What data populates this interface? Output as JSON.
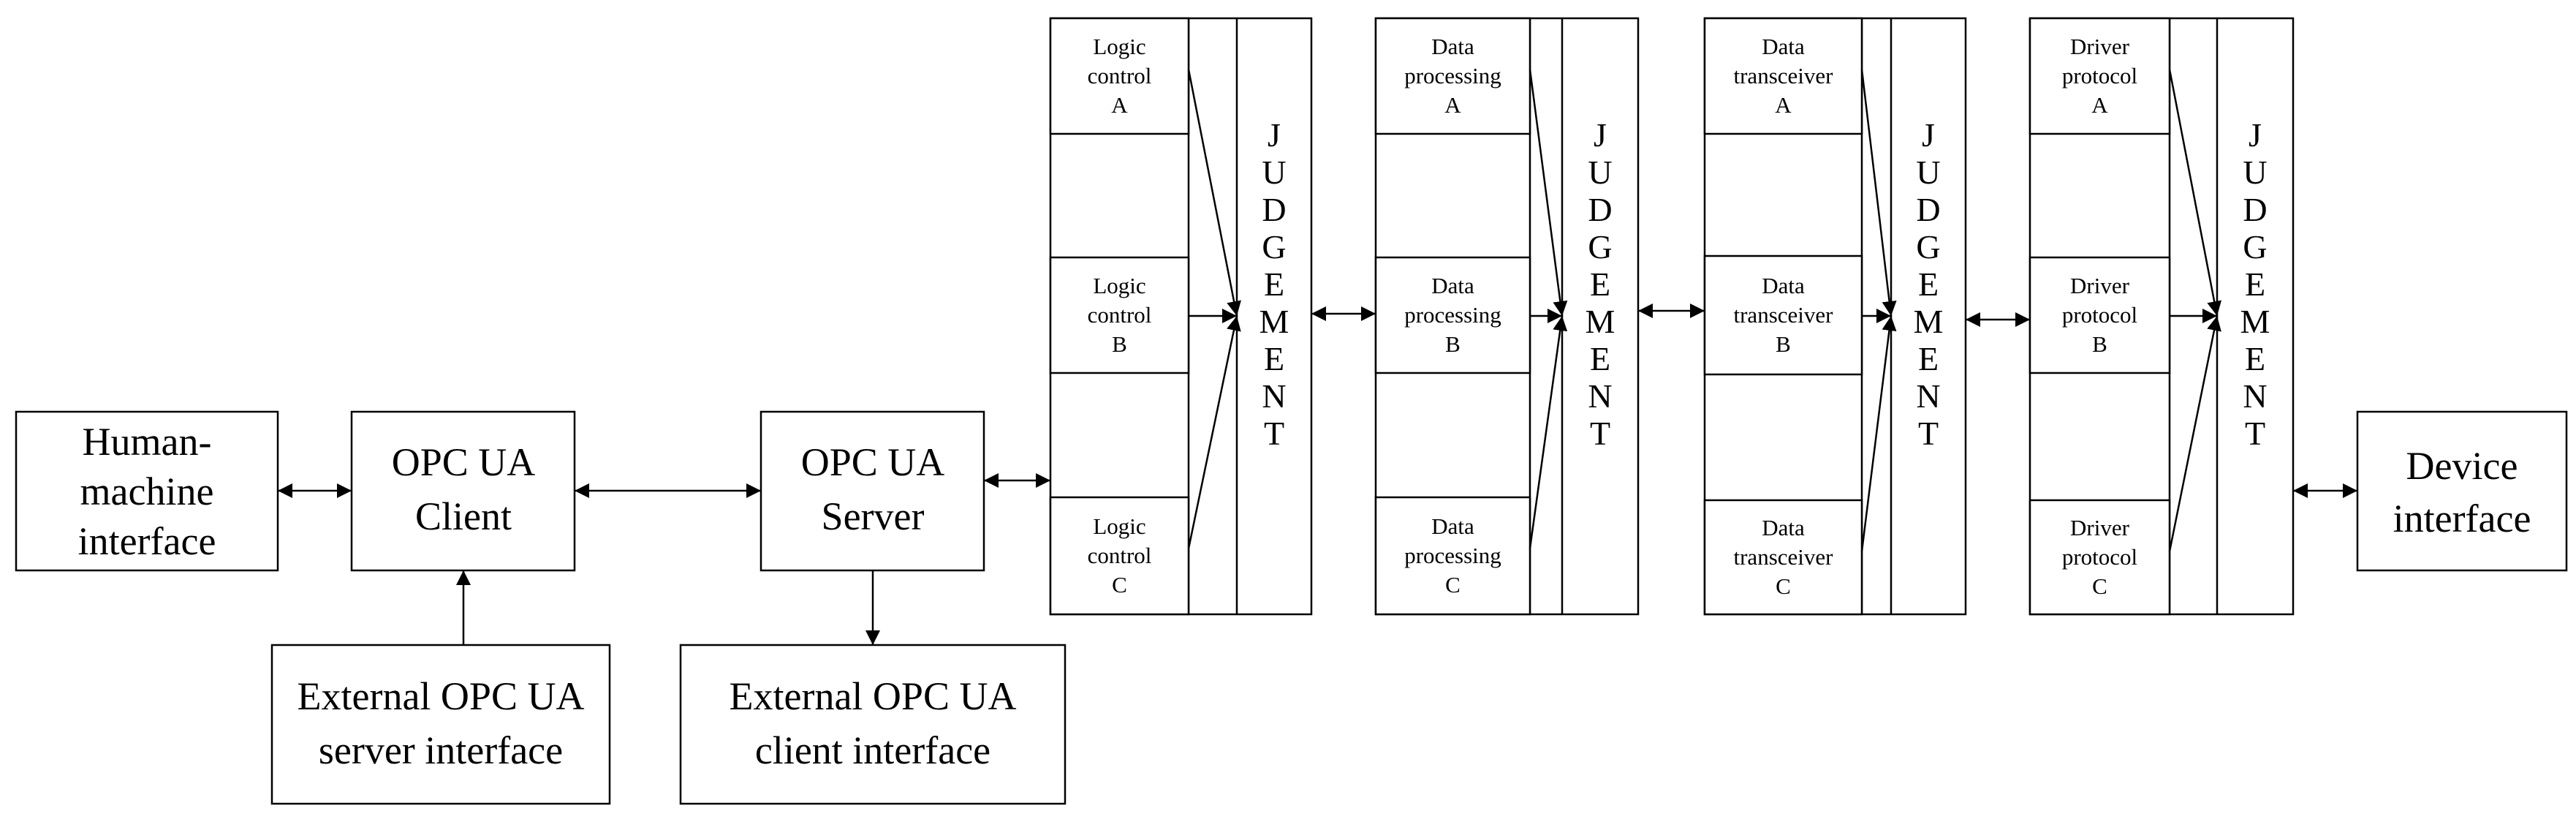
{
  "hmi": {
    "line1": "Human-",
    "line2": "machine",
    "line3": "interface"
  },
  "opc_client": {
    "line1": "OPC UA",
    "line2": "Client"
  },
  "opc_server": {
    "line1": "OPC UA",
    "line2": "Server"
  },
  "ext_server_if": {
    "line1": "External OPC UA",
    "line2": "server interface"
  },
  "ext_client_if": {
    "line1": "External OPC UA",
    "line2": "client interface"
  },
  "device_if": {
    "line1": "Device",
    "line2": "interface"
  },
  "judgement_letters": [
    "J",
    "U",
    "D",
    "G",
    "E",
    "M",
    "E",
    "N",
    "T"
  ],
  "groups": [
    {
      "modules": [
        {
          "line1": "Logic",
          "line2": "control",
          "line3": "A"
        },
        {
          "line1": "Logic",
          "line2": "control",
          "line3": "B"
        },
        {
          "line1": "Logic",
          "line2": "control",
          "line3": "C"
        }
      ]
    },
    {
      "modules": [
        {
          "line1": "Data",
          "line2": "processing",
          "line3": "A"
        },
        {
          "line1": "Data",
          "line2": "processing",
          "line3": "B"
        },
        {
          "line1": "Data",
          "line2": "processing",
          "line3": "C"
        }
      ]
    },
    {
      "modules": [
        {
          "line1": "Data",
          "line2": "transceiver",
          "line3": "A"
        },
        {
          "line1": "Data",
          "line2": "transceiver",
          "line3": "B"
        },
        {
          "line1": "Data",
          "line2": "transceiver",
          "line3": "C"
        }
      ]
    },
    {
      "modules": [
        {
          "line1": "Driver",
          "line2": "protocol",
          "line3": "A"
        },
        {
          "line1": "Driver",
          "line2": "protocol",
          "line3": "B"
        },
        {
          "line1": "Driver",
          "line2": "protocol",
          "line3": "C"
        }
      ]
    }
  ]
}
